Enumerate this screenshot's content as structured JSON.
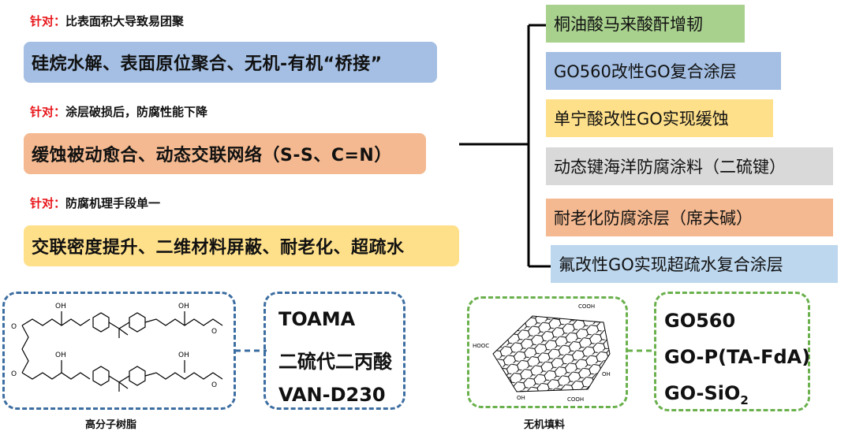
{
  "targets": [
    {
      "prefix": "针对",
      "colon": "：",
      "text": "比表面积大导致易团聚"
    },
    {
      "prefix": "针对",
      "colon": "：",
      "text": "涂层破损后，防腐性能下降"
    },
    {
      "prefix": "针对",
      "colon": "：",
      "text": "防腐机理手段单一"
    }
  ],
  "solutions": [
    {
      "text": "硅烷水解、表面原位聚合、无机-有机“桥接”",
      "color": "#a4bfe3"
    },
    {
      "text": "缓蚀被动愈合、动态交联网络（S-S、C=N）",
      "color": "#f4b990"
    },
    {
      "text": "交联密度提升、二维材料屏蔽、耐老化、超疏水",
      "color": "#ffe08a"
    }
  ],
  "right_items": [
    {
      "text": "桐油酸马来酸酐增韧",
      "color": "#a9d18e"
    },
    {
      "text": "GO560改性GO复合涂层",
      "color": "#a4bfe3"
    },
    {
      "text": "单宁酸改性GO实现缓蚀",
      "color": "#ffe08a"
    },
    {
      "text": "动态键海洋防腐涂料（二硫键）",
      "color": "#d9d9d9"
    },
    {
      "text": "耐老化防腐涂层（席夫碱）",
      "color": "#f4b990"
    },
    {
      "text": "氟改性GO实现超疏水复合涂层",
      "color": "#bdd7ee"
    }
  ],
  "polymer": {
    "caption": "高分子树脂",
    "labels": {
      "oh": "OH",
      "o": "O"
    },
    "list": [
      "TOAMA",
      "二硫代二丙酸",
      "VAN-D230"
    ]
  },
  "filler": {
    "caption": "无机填料",
    "labels": {
      "cooh": "COOH",
      "hooc": "HOOC",
      "oh": "OH"
    },
    "list": [
      "GO560",
      "GO-P(TA-FdA)",
      "GO-SiO"
    ],
    "sio2_sub": "2"
  }
}
